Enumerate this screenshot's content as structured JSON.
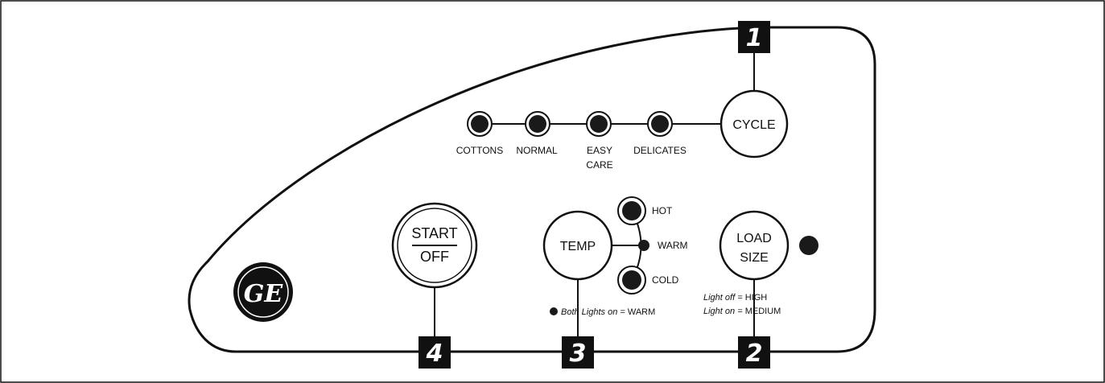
{
  "callouts": {
    "one": "1",
    "two": "2",
    "three": "3",
    "four": "4"
  },
  "cycle": {
    "button_label": "CYCLE",
    "options": [
      {
        "label": "COTTONS"
      },
      {
        "label": "NORMAL"
      },
      {
        "label": "EASY",
        "label2": "CARE"
      },
      {
        "label": "DELICATES"
      }
    ]
  },
  "temp": {
    "button_label": "TEMP",
    "hot_label": "HOT",
    "warm_label": "WARM",
    "cold_label": "COLD",
    "note_prefix": "Both Lights on = ",
    "note_value": "WARM"
  },
  "load_size": {
    "label_line1": "LOAD",
    "label_line2": "SIZE",
    "legend_off_prefix": "Light off = ",
    "legend_off_value": "HIGH",
    "legend_on_prefix": "Light on = ",
    "legend_on_value": "MEDIUM"
  },
  "start": {
    "label_top": "START",
    "label_bottom": "OFF"
  },
  "logo": {
    "text": "GE"
  },
  "colors": {
    "ink": "#111111",
    "background": "#ffffff",
    "indicator": "#1a1a1a"
  }
}
